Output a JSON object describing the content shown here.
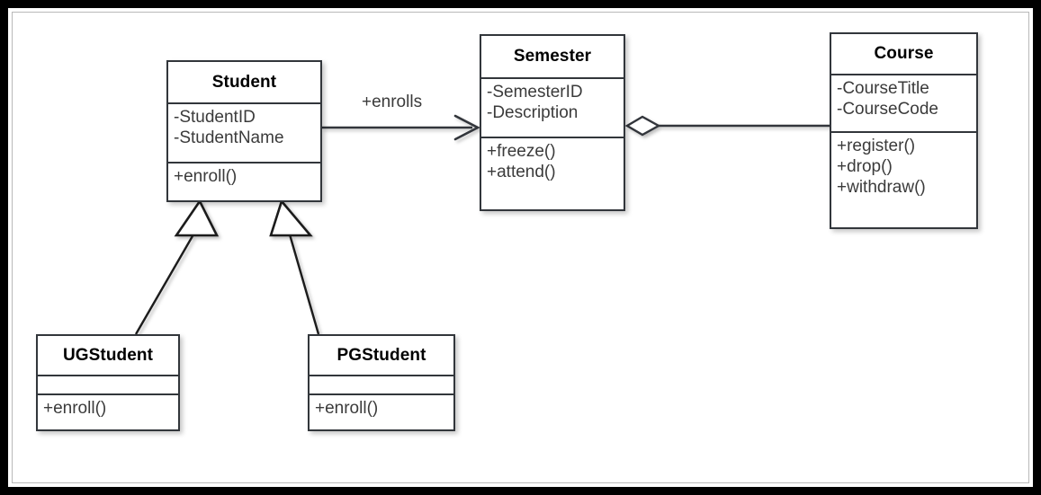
{
  "diagram": {
    "kind": "uml-class-diagram",
    "background_color": "#ffffff",
    "border_color": "#000000",
    "line_color": "#32363b",
    "text_color": "#3b3b3b",
    "title_color": "#000000",
    "classes": [
      {
        "id": "student",
        "name": "Student",
        "attributes": [
          "-StudentID",
          "-StudentName"
        ],
        "methods": [
          "+enroll()"
        ]
      },
      {
        "id": "semester",
        "name": "Semester",
        "attributes": [
          "-SemesterID",
          "-Description"
        ],
        "methods": [
          "+freeze()",
          "+attend()"
        ]
      },
      {
        "id": "course",
        "name": "Course",
        "attributes": [
          "-CourseTitle",
          "-CourseCode"
        ],
        "methods": [
          "+register()",
          "+drop()",
          "+withdraw()"
        ]
      },
      {
        "id": "ugstudent",
        "name": "UGStudent",
        "attributes": [],
        "methods": [
          "+enroll()"
        ]
      },
      {
        "id": "pgstudent",
        "name": "PGStudent",
        "attributes": [],
        "methods": [
          "+enroll()"
        ]
      }
    ],
    "relationships": [
      {
        "id": "enrolls",
        "type": "association",
        "from": "Student",
        "to": "Semester",
        "label": "+enrolls",
        "end_marker": "open-arrow"
      },
      {
        "id": "semester-course",
        "type": "aggregation",
        "from": "Course",
        "to": "Semester",
        "label": "",
        "end_marker": "hollow-diamond"
      },
      {
        "id": "ug-generalization",
        "type": "generalization",
        "from": "UGStudent",
        "to": "Student",
        "label": "",
        "end_marker": "hollow-triangle"
      },
      {
        "id": "pg-generalization",
        "type": "generalization",
        "from": "PGStudent",
        "to": "Student",
        "label": "",
        "end_marker": "hollow-triangle"
      }
    ]
  }
}
